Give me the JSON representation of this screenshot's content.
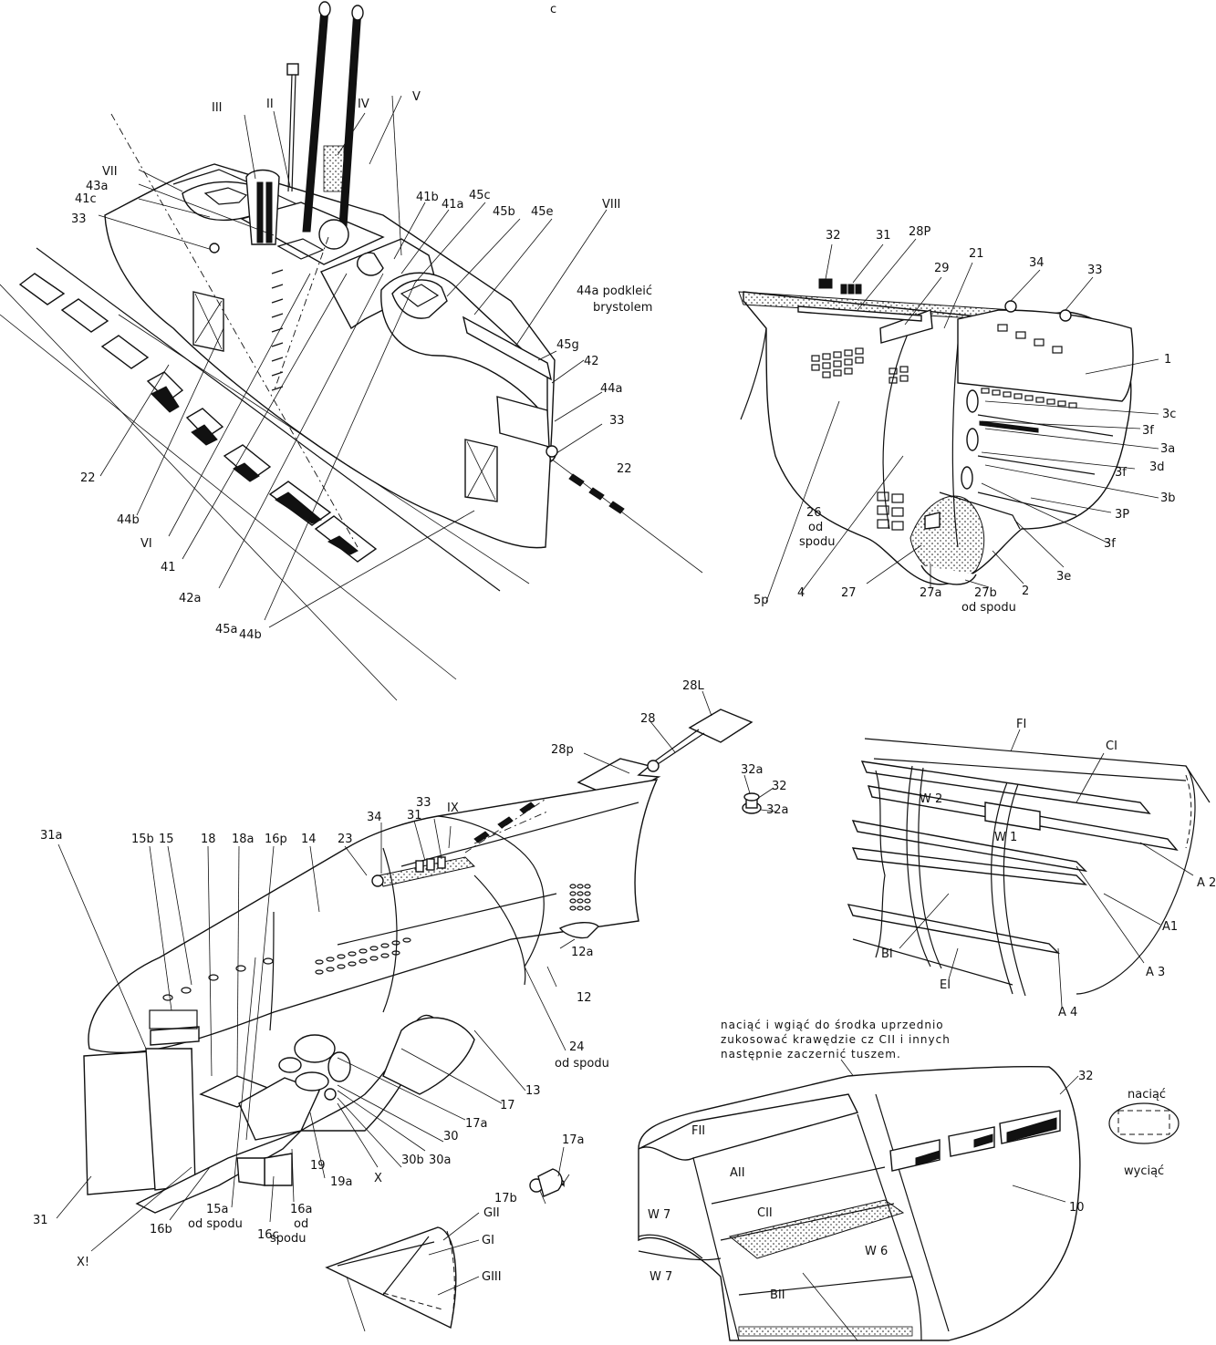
{
  "page": {
    "corner_mark": "c"
  },
  "panel_a": {
    "labels": [
      "II",
      "III",
      "IV",
      "V",
      "VII",
      "43a",
      "41c",
      "33",
      "41b",
      "41a",
      "45c",
      "45b",
      "45e",
      "VIII",
      "44a podkleić",
      "brystolem",
      "45g",
      "42",
      "44a",
      "33",
      "22",
      "22",
      "44b",
      "VI",
      "41",
      "42a",
      "45a",
      "44b"
    ]
  },
  "panel_b": {
    "labels": [
      "32",
      "31",
      "28P",
      "29",
      "21",
      "34",
      "33",
      "1",
      "3c",
      "3f",
      "3a",
      "3d",
      "3f",
      "3b",
      "3P",
      "3f",
      "3e",
      "2",
      "27b",
      "od spodu",
      "27a",
      "27",
      "4",
      "26",
      "od",
      "spodu",
      "5p"
    ]
  },
  "panel_c": {
    "labels": [
      "28L",
      "28",
      "28p",
      "32a",
      "32",
      "32a"
    ]
  },
  "panel_d": {
    "labels": [
      "31a",
      "15b",
      "15",
      "18",
      "18a",
      "16p",
      "14",
      "23",
      "34",
      "31",
      "33",
      "IX",
      "12a",
      "12",
      "24",
      "od spodu",
      "13",
      "17",
      "17a",
      "30",
      "30b",
      "30a",
      "X",
      "19a",
      "19",
      "31",
      "X!",
      "16b",
      "15a",
      "od spodu",
      "16c",
      "16a",
      "od",
      "spodu",
      "17a",
      "17b",
      "GII",
      "GI",
      "GIII"
    ]
  },
  "panel_e": {
    "labels": [
      "FI",
      "CI",
      "W 2",
      "W 1",
      "A 2",
      "A1",
      "BI",
      "A 3",
      "EI",
      "A 4"
    ]
  },
  "panel_f": {
    "note_lines": [
      "naciąć i wgiąć do środka uprzednio",
      "zukosować krawędzie cz CII i innych",
      "następnie zaczernić tuszem."
    ],
    "labels": [
      "32",
      "FII",
      "AII",
      "CII",
      "W 7",
      "W 6",
      "W 7",
      "BII",
      "10",
      "naciąć",
      "wyciąć"
    ]
  }
}
